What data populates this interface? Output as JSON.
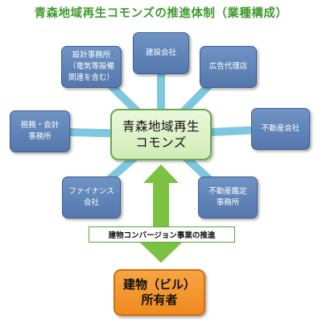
{
  "title": "青森地域再生コモンズの推進体制（業種構成）",
  "hub": {
    "label": "青森地域再生\nコモンズ"
  },
  "members": {
    "design_office": "設計事務所\n（電気等設備\n関連を含む）",
    "construction": "建設会社",
    "advertising": "広告代理店",
    "tax_accounting": "税務・会計\n事務所",
    "real_estate": "不動産会社",
    "finance": "ファイナンス\n会社",
    "appraisal": "不動産鑑定\n事務所"
  },
  "action": {
    "label": "建物コンバージョン事業の推進"
  },
  "owner": {
    "label": "建物（ビル）\n所有者"
  },
  "colors": {
    "title": "#3f9b2f",
    "connector": "#7ec8df",
    "member_fill": "#5f84b9",
    "hub_fill": "#dff2cb",
    "arrow": "#7cc242",
    "owner_fill": "#f39a33"
  }
}
